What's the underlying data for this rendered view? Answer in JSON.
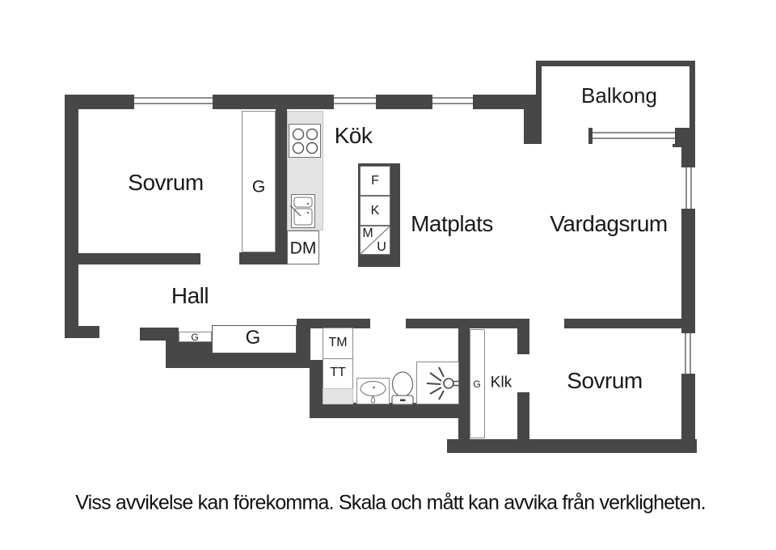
{
  "rooms": {
    "bedroom_top": "Sovrum",
    "kitchen": "Kök",
    "dining": "Matplats",
    "living": "Vardagsrum",
    "balcony": "Balkong",
    "hall": "Hall",
    "walk_in_closet": "Klk",
    "bedroom_bottom": "Sovrum"
  },
  "labels": {
    "wardrobe_bedroom": "G",
    "wardrobe_hall_small": "G",
    "wardrobe_hall_large": "G",
    "wardrobe_closet": "G",
    "dishwasher": "DM",
    "fridge": "F",
    "freezer": "K",
    "microwave": "M",
    "oven": "U",
    "washing_machine": "TM",
    "tumble_dryer": "TT"
  },
  "disclaimer": "Viss avvikelse kan förekomma. Skala och mått kan avvika från verkligheten.",
  "colors": {
    "wall": "#474747",
    "counter": "#e3e3e3",
    "fixture_outline": "#6f6f6f",
    "text": "#1a1a1a",
    "background": "#ffffff"
  }
}
